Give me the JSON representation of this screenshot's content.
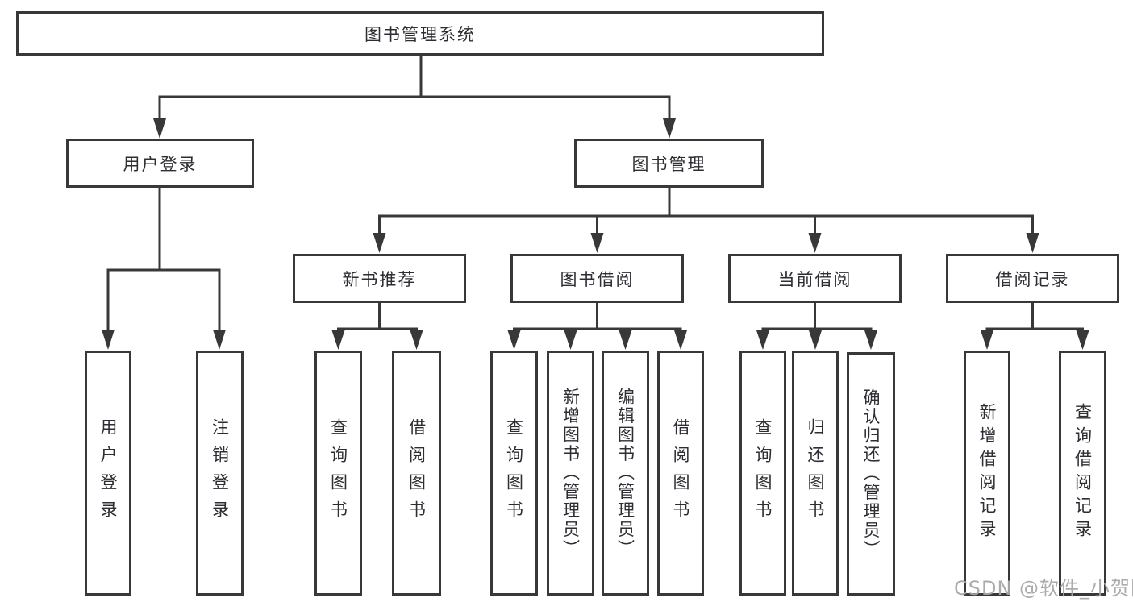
{
  "page": {
    "watermark": "CSDN @软件_小贺同学"
  },
  "colors": {
    "line": "#383838",
    "box_background": "#ffffff",
    "text": "#2d2d33",
    "watermark": "#a6a6a6"
  },
  "tree": {
    "root": {
      "label": "图书管理系统"
    },
    "branches": [
      {
        "label": "用户登录",
        "children": [
          {
            "label": "用户登录"
          },
          {
            "label": "注销登录"
          }
        ]
      },
      {
        "label": "图书管理",
        "children": [
          {
            "label": "新书推荐",
            "children": [
              {
                "label": "查询图书"
              },
              {
                "label": "借阅图书"
              }
            ]
          },
          {
            "label": "图书借阅",
            "children": [
              {
                "label": "查询图书"
              },
              {
                "label": "新增图书（管理员）"
              },
              {
                "label": "编辑图书（管理员）"
              },
              {
                "label": "借阅图书"
              }
            ]
          },
          {
            "label": "当前借阅",
            "children": [
              {
                "label": "查询图书"
              },
              {
                "label": "归还图书"
              },
              {
                "label": "确认归还（管理员）"
              }
            ]
          },
          {
            "label": "借阅记录",
            "children": [
              {
                "label": "新增借阅记录"
              },
              {
                "label": "查询借阅记录"
              }
            ]
          }
        ]
      }
    ]
  }
}
